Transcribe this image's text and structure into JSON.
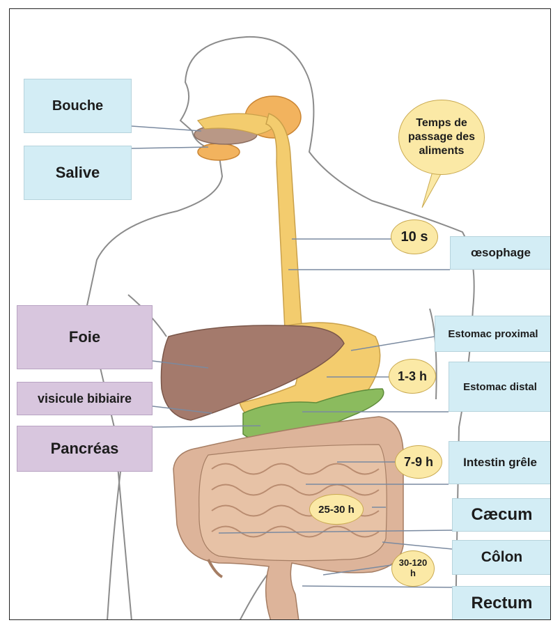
{
  "labels": {
    "bouche": "Bouche",
    "salive": "Salive",
    "oesophage": "œsophage",
    "foie": "Foie",
    "vesicule": "visicule bibiaire",
    "pancreas": "Pancréas",
    "estomac_proximal": "Estomac proximal",
    "estomac_distal": "Estomac distal",
    "intestin_grele": "Intestin grêle",
    "caecum": "Cæcum",
    "colon": "Côlon",
    "rectum": "Rectum"
  },
  "times": {
    "title_line1": "Temps de",
    "title_line2": "passage des",
    "title_line3": "aliments",
    "oesophage": "10 s",
    "estomac": "1-3 h",
    "intestin_grele": "7-9 h",
    "colon": "25-30 h",
    "rectum_line1": "30-120",
    "rectum_line2": "h"
  },
  "colors": {
    "label_blue": "#d3edf5",
    "label_purple": "#d8c6de",
    "bubble_yellow": "#fbe9a6",
    "liver": "#a47a6c",
    "stomach": "#f3cc6e",
    "pancreas": "#8bbb5e",
    "intestine": "#ddb49a"
  }
}
